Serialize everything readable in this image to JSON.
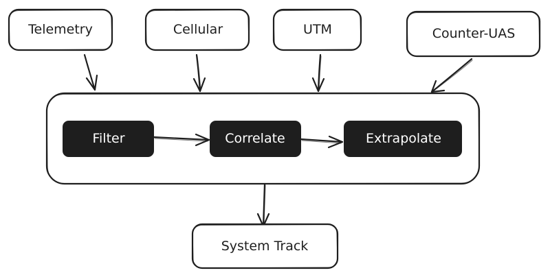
{
  "diagram": {
    "sources": {
      "telemetry": "Telemetry",
      "cellular": "Cellular",
      "utm": "UTM",
      "counter_uas": "Counter-UAS"
    },
    "pipeline": {
      "filter": "Filter",
      "correlate": "Correlate",
      "extrapolate": "Extrapolate"
    },
    "output": {
      "system_track": "System Track"
    }
  }
}
